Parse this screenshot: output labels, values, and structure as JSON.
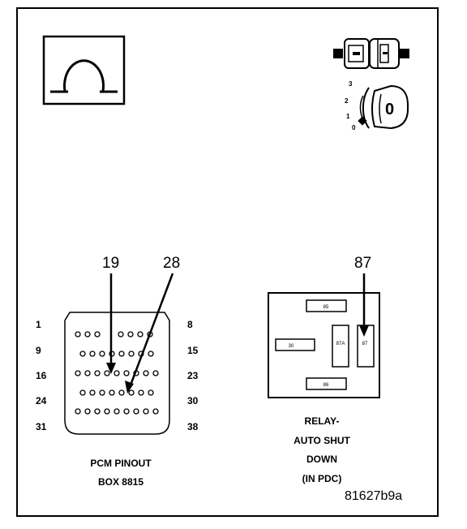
{
  "symbols": {
    "ohm_meter": "ohmmeter-icon",
    "connector": "connector-icon",
    "ignition": "ignition-key-icon"
  },
  "ignition": {
    "positions": [
      "3",
      "2",
      "1",
      "0"
    ],
    "key_label": "0"
  },
  "pcm": {
    "callout_left": "19",
    "callout_right": "28",
    "row_labels_left": [
      "1",
      "9",
      "16",
      "24",
      "31"
    ],
    "row_labels_right": [
      "8",
      "15",
      "23",
      "30",
      "38"
    ],
    "caption_line1": "PCM PINOUT",
    "caption_line2": "BOX 8815"
  },
  "relay": {
    "callout": "87",
    "terminals": {
      "t85": "85",
      "t30": "30",
      "t87a": "87A",
      "t87": "87",
      "t86": "86"
    },
    "caption_line1": "RELAY-",
    "caption_line2": "AUTO SHUT",
    "caption_line3": "DOWN",
    "caption_line4": "(IN PDC)"
  },
  "figure_id": "81627b9a"
}
